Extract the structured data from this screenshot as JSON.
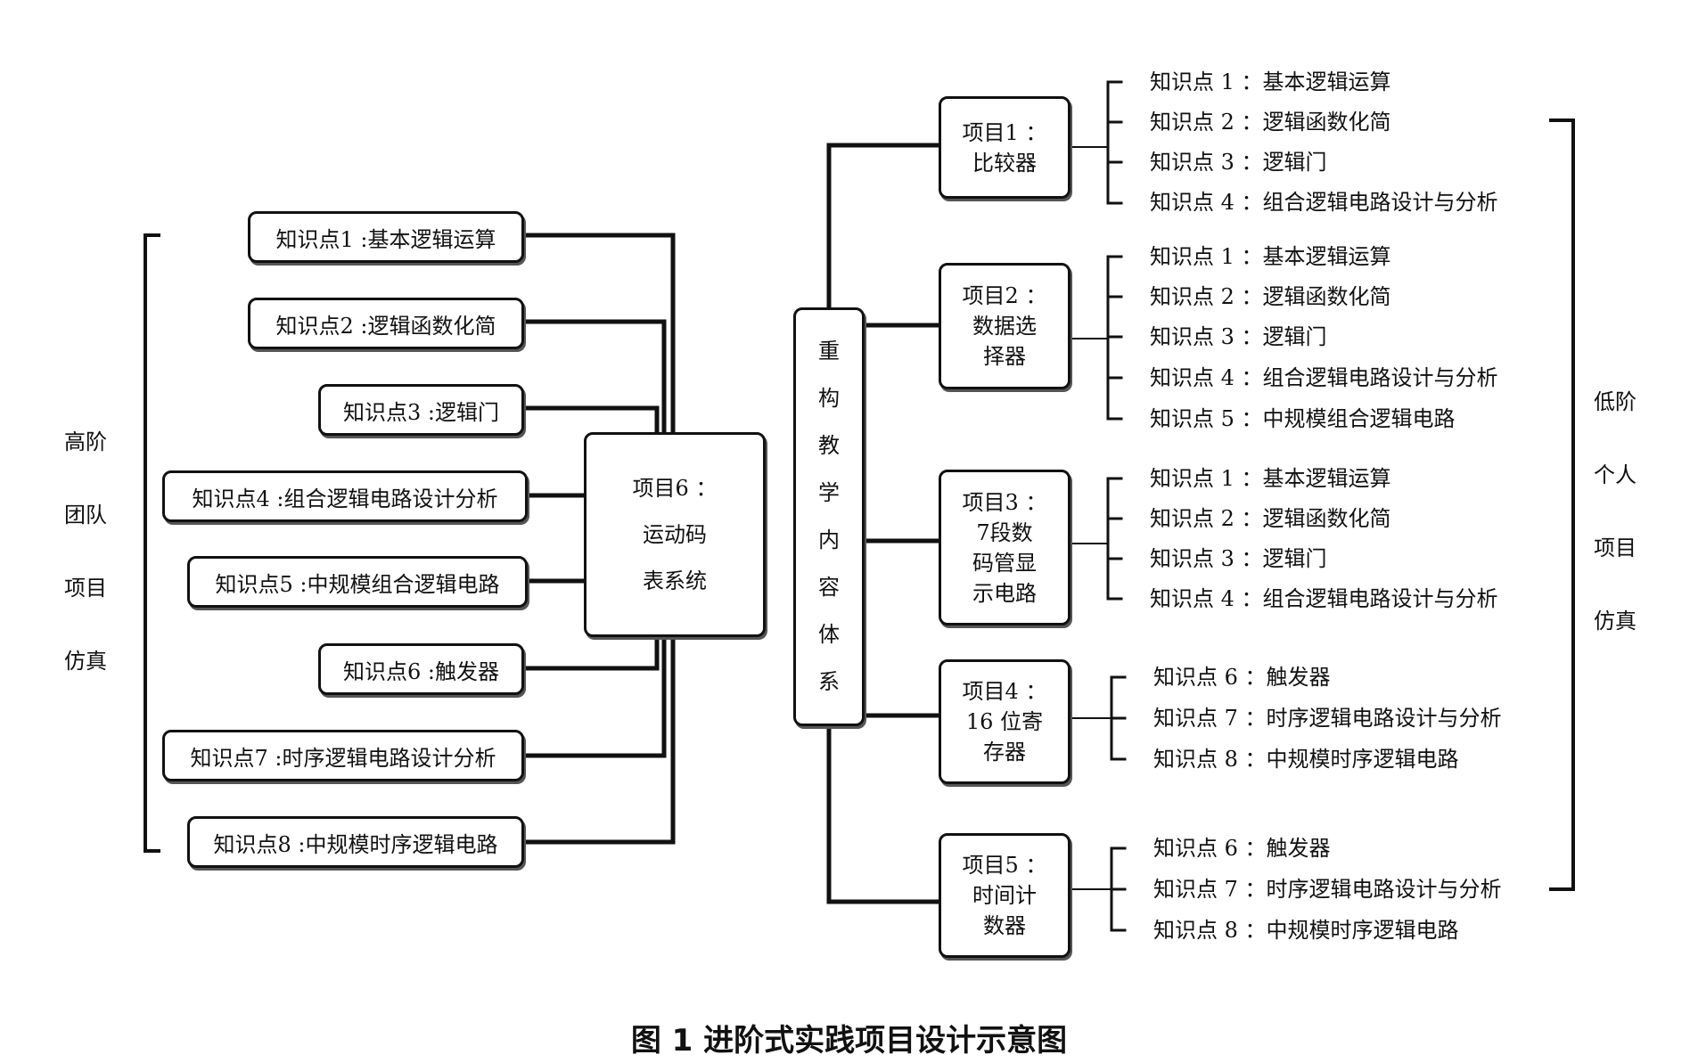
{
  "left_group": {
    "label_lines": [
      "高阶",
      "团队",
      "项目",
      "仿真"
    ],
    "knowledge_points": [
      "知识点1 :基本逻辑运算",
      "知识点2 :逻辑函数化简",
      "知识点3 :逻辑门",
      "知识点4 :组合逻辑电路设计分析",
      "知识点5 :中规模组合逻辑电路",
      "知识点6 :触发器",
      "知识点7 :时序逻辑电路设计分析",
      "知识点8 :中规模时序逻辑电路"
    ]
  },
  "project6": {
    "lines": [
      "项目6 ：",
      "运动码",
      "表系统"
    ]
  },
  "spine": {
    "chars": [
      "重",
      "构",
      "教",
      "学",
      "内",
      "容",
      "体",
      "系"
    ]
  },
  "projects": [
    {
      "lines": [
        "项目1 ：",
        "比较器"
      ],
      "points": [
        "知识点 1 ：基本逻辑运算",
        "知识点 2 ：逻辑函数化简",
        "知识点 3 ：逻辑门",
        "知识点 4 ：组合逻辑电路设计与分析"
      ]
    },
    {
      "lines": [
        "项目2 ：",
        "数据选",
        "择器"
      ],
      "points": [
        "知识点 1 ：基本逻辑运算",
        "知识点 2 ：逻辑函数化简",
        "知识点 3 ：逻辑门",
        "知识点 4 ：组合逻辑电路设计与分析",
        "知识点 5 ：中规模组合逻辑电路"
      ]
    },
    {
      "lines": [
        "项目3 ：",
        "7段数",
        "码管显",
        "示电路"
      ],
      "points": [
        "知识点 1 ：基本逻辑运算",
        "知识点 2 ：逻辑函数化简",
        "知识点 3 ：逻辑门",
        "知识点 4 ：组合逻辑电路设计与分析"
      ]
    },
    {
      "lines": [
        "项目4 ：",
        "16 位寄",
        "存器"
      ],
      "points": [
        "知识点 6 ：触发器",
        "知识点 7 ：时序逻辑电路设计与分析",
        "知识点 8 ：中规模时序逻辑电路"
      ]
    },
    {
      "lines": [
        "项目5 ：",
        "时间计",
        "数器"
      ],
      "points": [
        "知识点 6 ：触发器",
        "知识点 7 ：时序逻辑电路设计与分析",
        "知识点 8 ：中规模时序逻辑电路"
      ]
    }
  ],
  "right_group": {
    "label_lines": [
      "低阶",
      "个人",
      "项目",
      "仿真"
    ]
  },
  "caption": "图 1    进阶式实践项目设计示意图"
}
